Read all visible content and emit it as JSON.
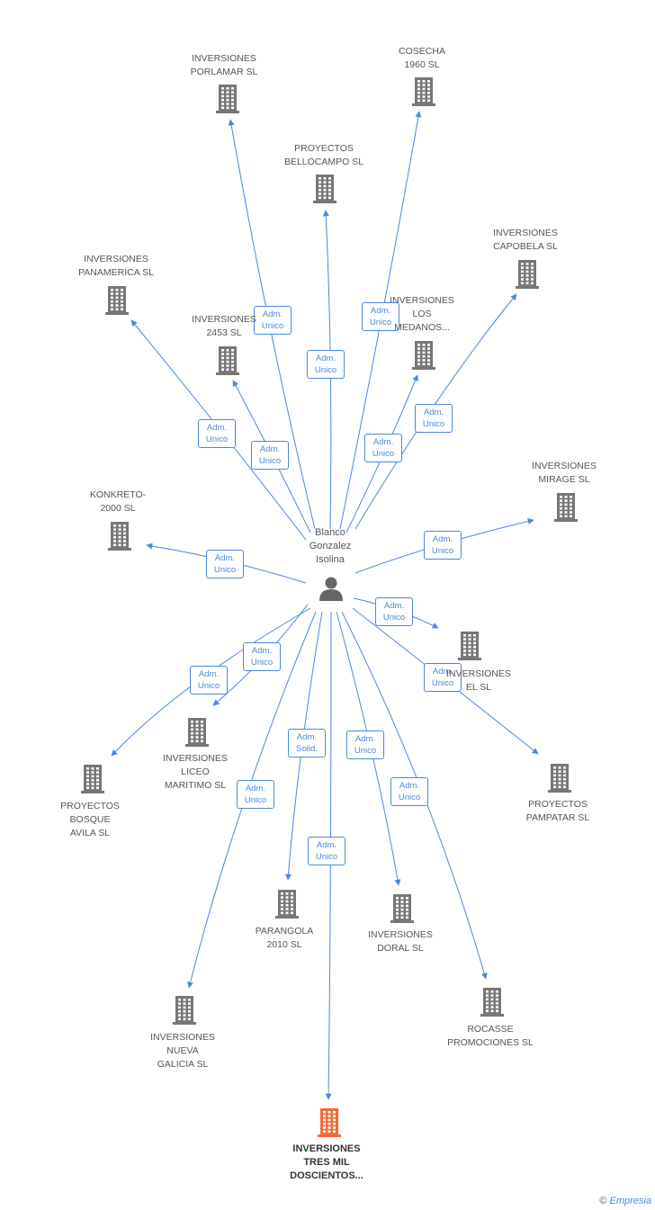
{
  "center": {
    "name_lines": [
      "Blanco",
      "Gonzalez",
      "Isolina"
    ]
  },
  "colors": {
    "edge": "#4a89dc",
    "building": "#777777",
    "focus": "#f26b3a",
    "person": "#666666"
  },
  "nodes": [
    {
      "id": "porlamar",
      "lines": [
        "INVERSIONES",
        "PORLAMAR SL"
      ],
      "focus": false
    },
    {
      "id": "cosecha",
      "lines": [
        "COSECHA",
        "1960 SL"
      ],
      "focus": false
    },
    {
      "id": "bellocampo",
      "lines": [
        "PROYECTOS",
        "BELLOCAMPO SL"
      ],
      "focus": false
    },
    {
      "id": "capobela",
      "lines": [
        "INVERSIONES",
        "CAPOBELA SL"
      ],
      "focus": false
    },
    {
      "id": "panamerica",
      "lines": [
        "INVERSIONES",
        "PANAMERICA SL"
      ],
      "focus": false
    },
    {
      "id": "inv2453",
      "lines": [
        "INVERSIONES",
        "2453 SL"
      ],
      "focus": false
    },
    {
      "id": "losmedanos",
      "lines": [
        "INVERSIONES",
        "LOS",
        "MEDANOS..."
      ],
      "focus": false
    },
    {
      "id": "mirage",
      "lines": [
        "INVERSIONES",
        "MIRAGE SL"
      ],
      "focus": false
    },
    {
      "id": "konkreto",
      "lines": [
        "KONKRETO-",
        "2000 SL"
      ],
      "focus": false
    },
    {
      "id": "invel",
      "lines": [
        "INVERSIONES",
        "EL SL"
      ],
      "focus": false
    },
    {
      "id": "liceo",
      "lines": [
        "INVERSIONES",
        "LICEO",
        "MARITIMO SL"
      ],
      "focus": false
    },
    {
      "id": "bosque",
      "lines": [
        "PROYECTOS",
        "BOSQUE",
        "AVILA SL"
      ],
      "focus": false
    },
    {
      "id": "pampatar",
      "lines": [
        "PROYECTOS",
        "PAMPATAR SL"
      ],
      "focus": false
    },
    {
      "id": "parangola",
      "lines": [
        "PARANGOLA",
        "2010 SL"
      ],
      "focus": false
    },
    {
      "id": "doral",
      "lines": [
        "INVERSIONES",
        "DORAL SL"
      ],
      "focus": false
    },
    {
      "id": "nueva",
      "lines": [
        "INVERSIONES",
        "NUEVA",
        "GALICIA SL"
      ],
      "focus": false
    },
    {
      "id": "rocasse",
      "lines": [
        "ROCASSE",
        "PROMOCIONES SL"
      ],
      "focus": false
    },
    {
      "id": "tresmil",
      "lines": [
        "INVERSIONES",
        "TRES MIL",
        "DOSCIENTOS..."
      ],
      "focus": true
    }
  ],
  "edges": [
    {
      "to": "porlamar",
      "role": [
        "Adm.",
        "Unico"
      ]
    },
    {
      "to": "cosecha",
      "role": [
        "Adm.",
        "Unico"
      ]
    },
    {
      "to": "bellocampo",
      "role": [
        "Adm.",
        "Unico"
      ]
    },
    {
      "to": "capobela",
      "role": [
        "Adm.",
        "Unico"
      ]
    },
    {
      "to": "panamerica",
      "role": [
        "Adm.",
        "Unico"
      ]
    },
    {
      "to": "inv2453",
      "role": [
        "Adm.",
        "Unico"
      ]
    },
    {
      "to": "losmedanos",
      "role": [
        "Adm.",
        "Unico"
      ]
    },
    {
      "to": "mirage",
      "role": [
        "Adm.",
        "Unico"
      ]
    },
    {
      "to": "konkreto",
      "role": [
        "Adm.",
        "Unico"
      ]
    },
    {
      "to": "invel",
      "role": [
        "Adm.",
        "Unico"
      ]
    },
    {
      "to": "liceo",
      "role": [
        "Adm.",
        "Unico"
      ]
    },
    {
      "to": "bosque",
      "role": [
        "Adm.",
        "Unico"
      ]
    },
    {
      "to": "pampatar",
      "role": [
        "Adm.",
        "Unico"
      ]
    },
    {
      "to": "parangola",
      "role": [
        "Adm.",
        "Solid."
      ]
    },
    {
      "to": "doral",
      "role": [
        "Adm.",
        "Unico"
      ]
    },
    {
      "to": "nueva",
      "role": [
        "Adm.",
        "Unico"
      ]
    },
    {
      "to": "rocasse",
      "role": [
        "Adm.",
        "Unico"
      ]
    },
    {
      "to": "tresmil",
      "role": [
        "Adm.",
        "Unico"
      ]
    }
  ],
  "footer": {
    "copyright": "©",
    "brand": "Empresia"
  }
}
